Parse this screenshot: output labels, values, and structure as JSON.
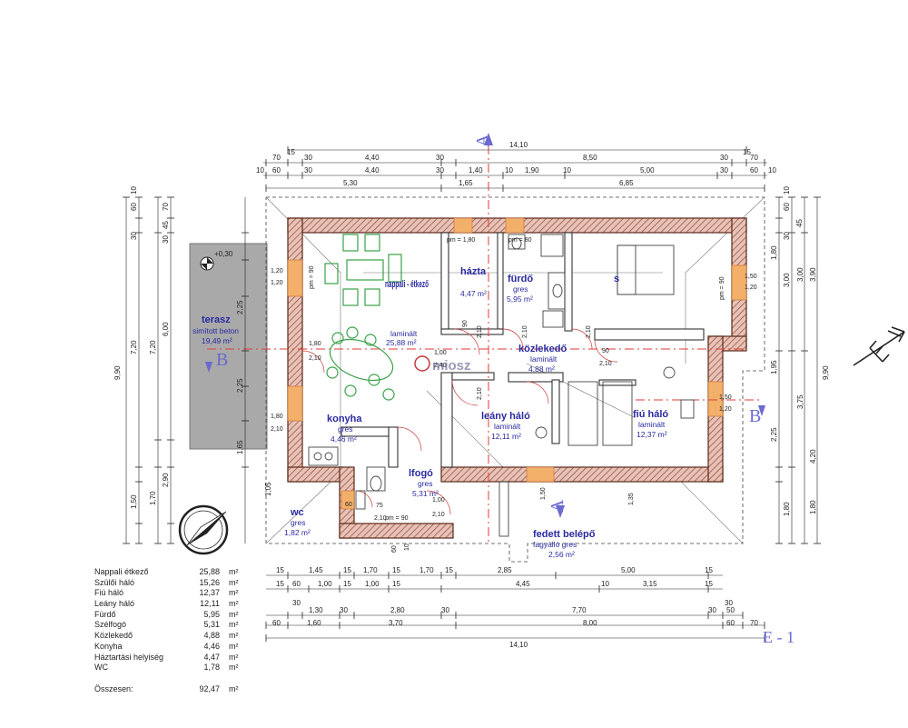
{
  "sheet_label": "E - 1",
  "watermark": "miosz",
  "section_marks": {
    "a": "A",
    "b": "B"
  },
  "elevation_marker": "+0,30",
  "rooms": [
    {
      "key": "terasz",
      "name": "terasz",
      "material": "simított beton",
      "area": "19,49 m²"
    },
    {
      "key": "nappali",
      "name": "nappali - étkező",
      "material": "laminált",
      "area": "25,88 m²"
    },
    {
      "key": "haztartasi",
      "name": "házta",
      "material": "",
      "area": "4,47 m²"
    },
    {
      "key": "furdo",
      "name": "fürdő",
      "material": "gres",
      "area": "5,95 m²"
    },
    {
      "key": "szuloi",
      "name": "s",
      "material": "",
      "area": ""
    },
    {
      "key": "kozlekedo",
      "name": "közlekedő",
      "material": "laminált",
      "area": "4,88 m²"
    },
    {
      "key": "konyha",
      "name": "konyha",
      "material": "gres",
      "area": "4,46 m²"
    },
    {
      "key": "leany",
      "name": "leány háló",
      "material": "laminált",
      "area": "12,11 m²"
    },
    {
      "key": "fiu",
      "name": "fiú háló",
      "material": "laminált",
      "area": "12,37 m²"
    },
    {
      "key": "szelfogo",
      "name": "lfogó",
      "material": "gres",
      "area": "5,31 m²"
    },
    {
      "key": "wc",
      "name": "wc",
      "material": "gres",
      "area": "1,82 m²"
    },
    {
      "key": "bejaro",
      "name": "fedett belépő",
      "material": "fagyálló gres",
      "area": "2,56 m²"
    }
  ],
  "dims": {
    "top_total": "14,10",
    "top_row1": [
      "15",
      "70",
      "30",
      "4,40",
      "30",
      "8,50",
      "30",
      "70",
      "15"
    ],
    "top_row2": [
      "10",
      "60",
      "30",
      "4,40",
      "30",
      "1,40",
      "10",
      "1,90",
      "10",
      "5,00",
      "30",
      "60",
      "10"
    ],
    "top_row3": [
      "5,30",
      "1,65",
      "6,85"
    ],
    "bottom_row1": [
      "15",
      "1,45",
      "15",
      "1,70",
      "15",
      "1,70",
      "15",
      "2,85",
      "5,00",
      "15"
    ],
    "bottom_row2": [
      "15",
      "60",
      "1,00",
      "15",
      "1,00",
      "15",
      "4,45",
      "10",
      "3,15",
      "15"
    ],
    "bottom_row3": [
      "30",
      "1,30",
      "30",
      "2,80",
      "30",
      "7,70",
      "30",
      "50",
      "30"
    ],
    "bottom_row4": [
      "60",
      "1,60",
      "3,70",
      "8,00",
      "60",
      "70"
    ],
    "bottom_total": "14,10",
    "left_outer": [
      "9,90",
      "7,20",
      "6,00",
      "2,25",
      "2,25",
      "1,65"
    ],
    "left_small": [
      "10",
      "60",
      "30",
      "70",
      "45",
      "30",
      "1,20",
      "1,20",
      "1,80",
      "2,10",
      "1,80",
      "2,10",
      "1,50",
      "1,70",
      "2,90",
      "1,05"
    ],
    "right_outer": [
      "9,90",
      "4,20",
      "3,75",
      "3,90",
      "3,00",
      "1,80"
    ],
    "right_small": [
      "10",
      "60",
      "30",
      "45",
      "1,80",
      "3,00",
      "1,95",
      "2,25",
      "1,80",
      "1,50",
      "1,20",
      "1,50",
      "1,20"
    ],
    "inner": [
      "pm = 90",
      "pm = 1,80",
      "pm = 80",
      "pm = 90",
      "2,10",
      "2,10",
      "1,00",
      "2,40",
      "90",
      "2,10",
      "90",
      "2,10",
      "2,10",
      "60",
      "75",
      "2,10",
      "pm = 90",
      "1,00",
      "2,10",
      "1,50",
      "1,35",
      "60",
      "10"
    ]
  },
  "area_table": {
    "unit": "m²",
    "rows": [
      {
        "name": "Nappali étkező",
        "value": "25,88"
      },
      {
        "name": "Szülői háló",
        "value": "15,26"
      },
      {
        "name": "Fiú háló",
        "value": "12,37"
      },
      {
        "name": "Leány háló",
        "value": "12,11"
      },
      {
        "name": "Fürdő",
        "value": "5,95"
      },
      {
        "name": "Szélfogó",
        "value": "5,31"
      },
      {
        "name": "Közlekedő",
        "value": "4,88"
      },
      {
        "name": "Konyha",
        "value": "4,46"
      },
      {
        "name": "Háztartási helyiség",
        "value": "4,47"
      },
      {
        "name": "WC",
        "value": "1,78"
      }
    ],
    "total_label": "Összesen:",
    "total_value": "92,47"
  },
  "colors": {
    "wall": "#8a4a3a",
    "wall_hatch": "#c98a7a",
    "terrace": "#a8a8a8",
    "furniture": "#3aa24a",
    "label_blue": "#2a2aa0",
    "section_line": "#e23a3a",
    "opening": "#e89a50"
  },
  "icons": [
    "north-arrow-icon",
    "elevation-marker-icon",
    "section-arrow-icon"
  ]
}
